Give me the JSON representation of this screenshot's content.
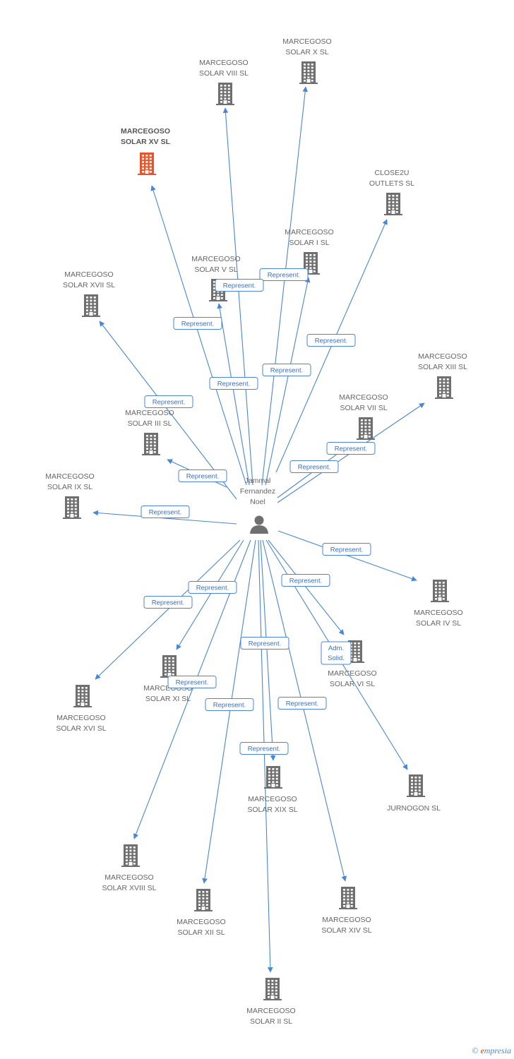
{
  "person": {
    "lines": [
      "Jammal",
      "Fernandez",
      "Noel"
    ]
  },
  "companies": [
    {
      "id": "x",
      "lines": [
        "MARCEGOSO",
        "SOLAR X SL"
      ]
    },
    {
      "id": "viii",
      "lines": [
        "MARCEGOSO",
        "SOLAR VIII SL"
      ]
    },
    {
      "id": "xv",
      "lines": [
        "MARCEGOSO",
        "SOLAR XV SL"
      ],
      "highlight": true
    },
    {
      "id": "close2u",
      "lines": [
        "CLOSE2U",
        "OUTLETS SL"
      ]
    },
    {
      "id": "i",
      "lines": [
        "MARCEGOSO",
        "SOLAR I SL"
      ]
    },
    {
      "id": "v",
      "lines": [
        "MARCEGOSO",
        "SOLAR V SL"
      ]
    },
    {
      "id": "xvii",
      "lines": [
        "MARCEGOSO",
        "SOLAR XVII SL"
      ]
    },
    {
      "id": "xiii",
      "lines": [
        "MARCEGOSO",
        "SOLAR XIII SL"
      ]
    },
    {
      "id": "vii",
      "lines": [
        "MARCEGOSO",
        "SOLAR VII SL"
      ]
    },
    {
      "id": "iii",
      "lines": [
        "MARCEGOSO",
        "SOLAR III SL"
      ]
    },
    {
      "id": "ix",
      "lines": [
        "MARCEGOSO",
        "SOLAR IX SL"
      ]
    },
    {
      "id": "iv",
      "lines": [
        "MARCEGOSO",
        "SOLAR IV SL"
      ]
    },
    {
      "id": "vi",
      "lines": [
        "MARCEGOSO",
        "SOLAR VI SL"
      ]
    },
    {
      "id": "xi",
      "lines": [
        "MARCEGOSO",
        "SOLAR XI SL"
      ]
    },
    {
      "id": "xvi",
      "lines": [
        "MARCEGOSO",
        "SOLAR XVI SL"
      ]
    },
    {
      "id": "xix",
      "lines": [
        "MARCEGOSO",
        "SOLAR XIX SL"
      ]
    },
    {
      "id": "jurnogon",
      "lines": [
        "JURNOGON  SL"
      ]
    },
    {
      "id": "xviii",
      "lines": [
        "MARCEGOSO",
        "SOLAR XVIII SL"
      ]
    },
    {
      "id": "xii",
      "lines": [
        "MARCEGOSO",
        "SOLAR XII SL"
      ]
    },
    {
      "id": "xiv",
      "lines": [
        "MARCEGOSO",
        "SOLAR XIV SL"
      ]
    },
    {
      "id": "ii",
      "lines": [
        "MARCEGOSO",
        "SOLAR II SL"
      ]
    }
  ],
  "relations": [
    {
      "to": "x",
      "label": [
        "Represent."
      ]
    },
    {
      "to": "viii",
      "label": [
        "Represent."
      ]
    },
    {
      "to": "xv",
      "label": [
        "Represent."
      ]
    },
    {
      "to": "close2u",
      "label": [
        "Represent."
      ]
    },
    {
      "to": "i",
      "label": [
        "Represent."
      ]
    },
    {
      "to": "v",
      "label": [
        "Represent."
      ]
    },
    {
      "to": "xvii",
      "label": [
        "Represent."
      ]
    },
    {
      "to": "xiii",
      "label": [
        "Represent."
      ]
    },
    {
      "to": "vii",
      "label": [
        "Represent."
      ]
    },
    {
      "to": "iii",
      "label": [
        "Represent."
      ]
    },
    {
      "to": "ix",
      "label": [
        "Represent."
      ]
    },
    {
      "to": "iv",
      "label": [
        "Represent."
      ]
    },
    {
      "to": "vi",
      "label": [
        "Represent."
      ]
    },
    {
      "to": "xi",
      "label": [
        "Represent."
      ]
    },
    {
      "to": "xvi",
      "label": [
        "Represent."
      ]
    },
    {
      "to": "xix",
      "label": [
        "Represent."
      ]
    },
    {
      "to": "jurnogon",
      "label": [
        "Adm.",
        "Solid."
      ]
    },
    {
      "to": "xviii",
      "label": [
        "Represent."
      ]
    },
    {
      "to": "xii",
      "label": [
        "Represent."
      ]
    },
    {
      "to": "xiv",
      "label": [
        "Represent."
      ]
    },
    {
      "to": "ii",
      "label": [
        "Represent."
      ]
    }
  ],
  "colors": {
    "edge": "#4a86d4",
    "building": "#6f6f6f",
    "highlight": "#e8552c",
    "person": "#6f6f6f"
  },
  "watermark": {
    "symbol": "©",
    "brand_initial": "e",
    "brand_rest": "mpresia"
  }
}
